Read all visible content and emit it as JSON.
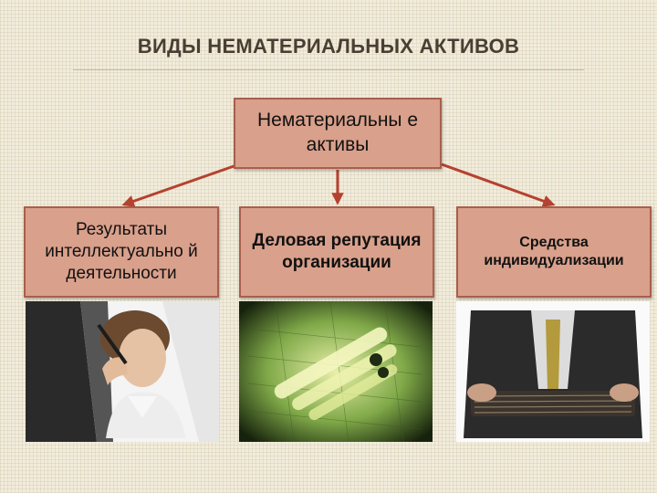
{
  "title": "ВИДЫ НЕМАТЕРИАЛЬНЫХ АКТИВОВ",
  "root": {
    "label": "Нематериальны е активы"
  },
  "categories": [
    {
      "label": "Результаты интеллектуально й деятельности"
    },
    {
      "label": "Деловая репутация организации"
    },
    {
      "label": "Средства индивидуализации"
    }
  ],
  "colors": {
    "box_fill": "#d9a08b",
    "box_border": "#a85f4c",
    "arrow": "#b5412f"
  }
}
